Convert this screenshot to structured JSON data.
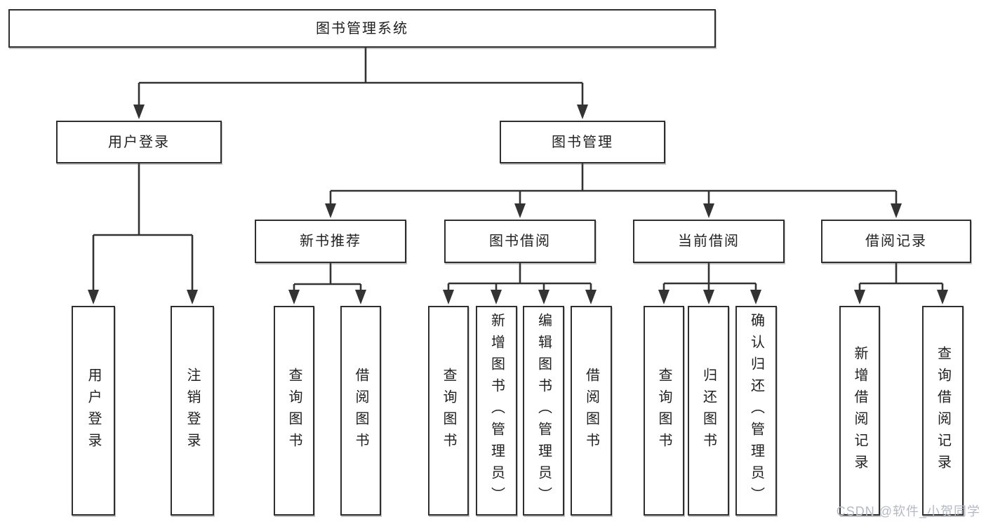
{
  "diagram": {
    "root": {
      "label": "图书管理系统"
    },
    "branches": [
      {
        "label": "用户登录",
        "children": [
          {
            "label": "用户登录"
          },
          {
            "label": "注销登录"
          }
        ]
      },
      {
        "label": "图书管理",
        "children": [
          {
            "label": "新书推荐",
            "children": [
              {
                "label": "查询图书"
              },
              {
                "label": "借阅图书"
              }
            ]
          },
          {
            "label": "图书借阅",
            "children": [
              {
                "label": "查询图书"
              },
              {
                "label": "新增图书（管理员）"
              },
              {
                "label": "编辑图书（管理员）"
              },
              {
                "label": "借阅图书"
              }
            ]
          },
          {
            "label": "当前借阅",
            "children": [
              {
                "label": "查询图书"
              },
              {
                "label": "归还图书"
              },
              {
                "label": "确认归还（管理员）"
              }
            ]
          },
          {
            "label": "借阅记录",
            "children": [
              {
                "label": "新增借阅记录"
              },
              {
                "label": "查询借阅记录"
              }
            ]
          }
        ]
      }
    ]
  },
  "watermark": {
    "text": "CSDN @软件_小贺同学",
    "color": "#b5b9c4"
  },
  "colors": {
    "line": "#333333",
    "box_border": "#2f2f2f",
    "text": "#212121",
    "background": "#ffffff",
    "watermark": "#b5b9c4"
  }
}
